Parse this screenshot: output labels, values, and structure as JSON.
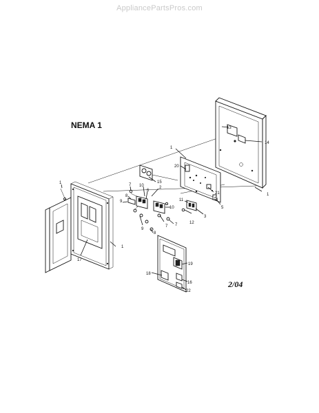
{
  "watermark": "AppliancePartsPros.com",
  "diagram": {
    "title": "NEMA 1",
    "date": "2/04",
    "callouts": [
      "1",
      "13",
      "14",
      "1",
      "20",
      "15",
      "21",
      "4",
      "5",
      "10",
      "6",
      "2",
      "7",
      "8",
      "9",
      "10",
      "11",
      "3",
      "12",
      "7",
      "7",
      "8",
      "9",
      "1",
      "1",
      "17",
      "19",
      "18",
      "16",
      "22"
    ]
  }
}
